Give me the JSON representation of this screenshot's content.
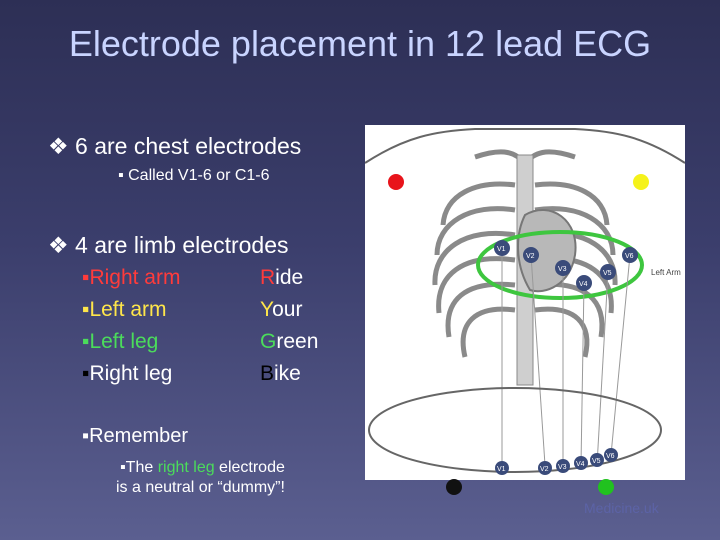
{
  "title": "Electrode placement in 12 lead ECG",
  "chest": {
    "bullet": "6 are chest electrodes",
    "sub": "Called V1-6 or C1-6"
  },
  "limbs": {
    "bullet": "4 are limb electrodes",
    "items": [
      "Right arm",
      "Left arm",
      "Left leg",
      "Right leg"
    ],
    "mnemonic": [
      {
        "first": "R",
        "rest": "ide",
        "color": "#ff3b3b"
      },
      {
        "first": "Y",
        "rest": "our",
        "color": "#ffe64a"
      },
      {
        "first": "G",
        "rest": "reen",
        "color": "#4bdc5b"
      },
      {
        "first": "B",
        "rest": "ike",
        "color": "#000000"
      }
    ]
  },
  "remember": {
    "label": "Remember",
    "note_prefix": "The ",
    "note_highlight": "right leg",
    "note_mid": " electrode",
    "note_line2": "is a neutral or “dummy”!"
  },
  "diagram": {
    "top_labels": [
      "V1",
      "V2",
      "V3",
      "V4",
      "V5",
      "V6"
    ],
    "bottom_labels": [
      "V1",
      "V2",
      "V3",
      "V4",
      "V5",
      "V6"
    ],
    "left_arm_label": "Left Arm",
    "colors": {
      "red": "#e8141b",
      "yellow": "#f5f21a",
      "green": "#21c21f",
      "black": "#111111"
    }
  },
  "caption": "Medicine.uk"
}
